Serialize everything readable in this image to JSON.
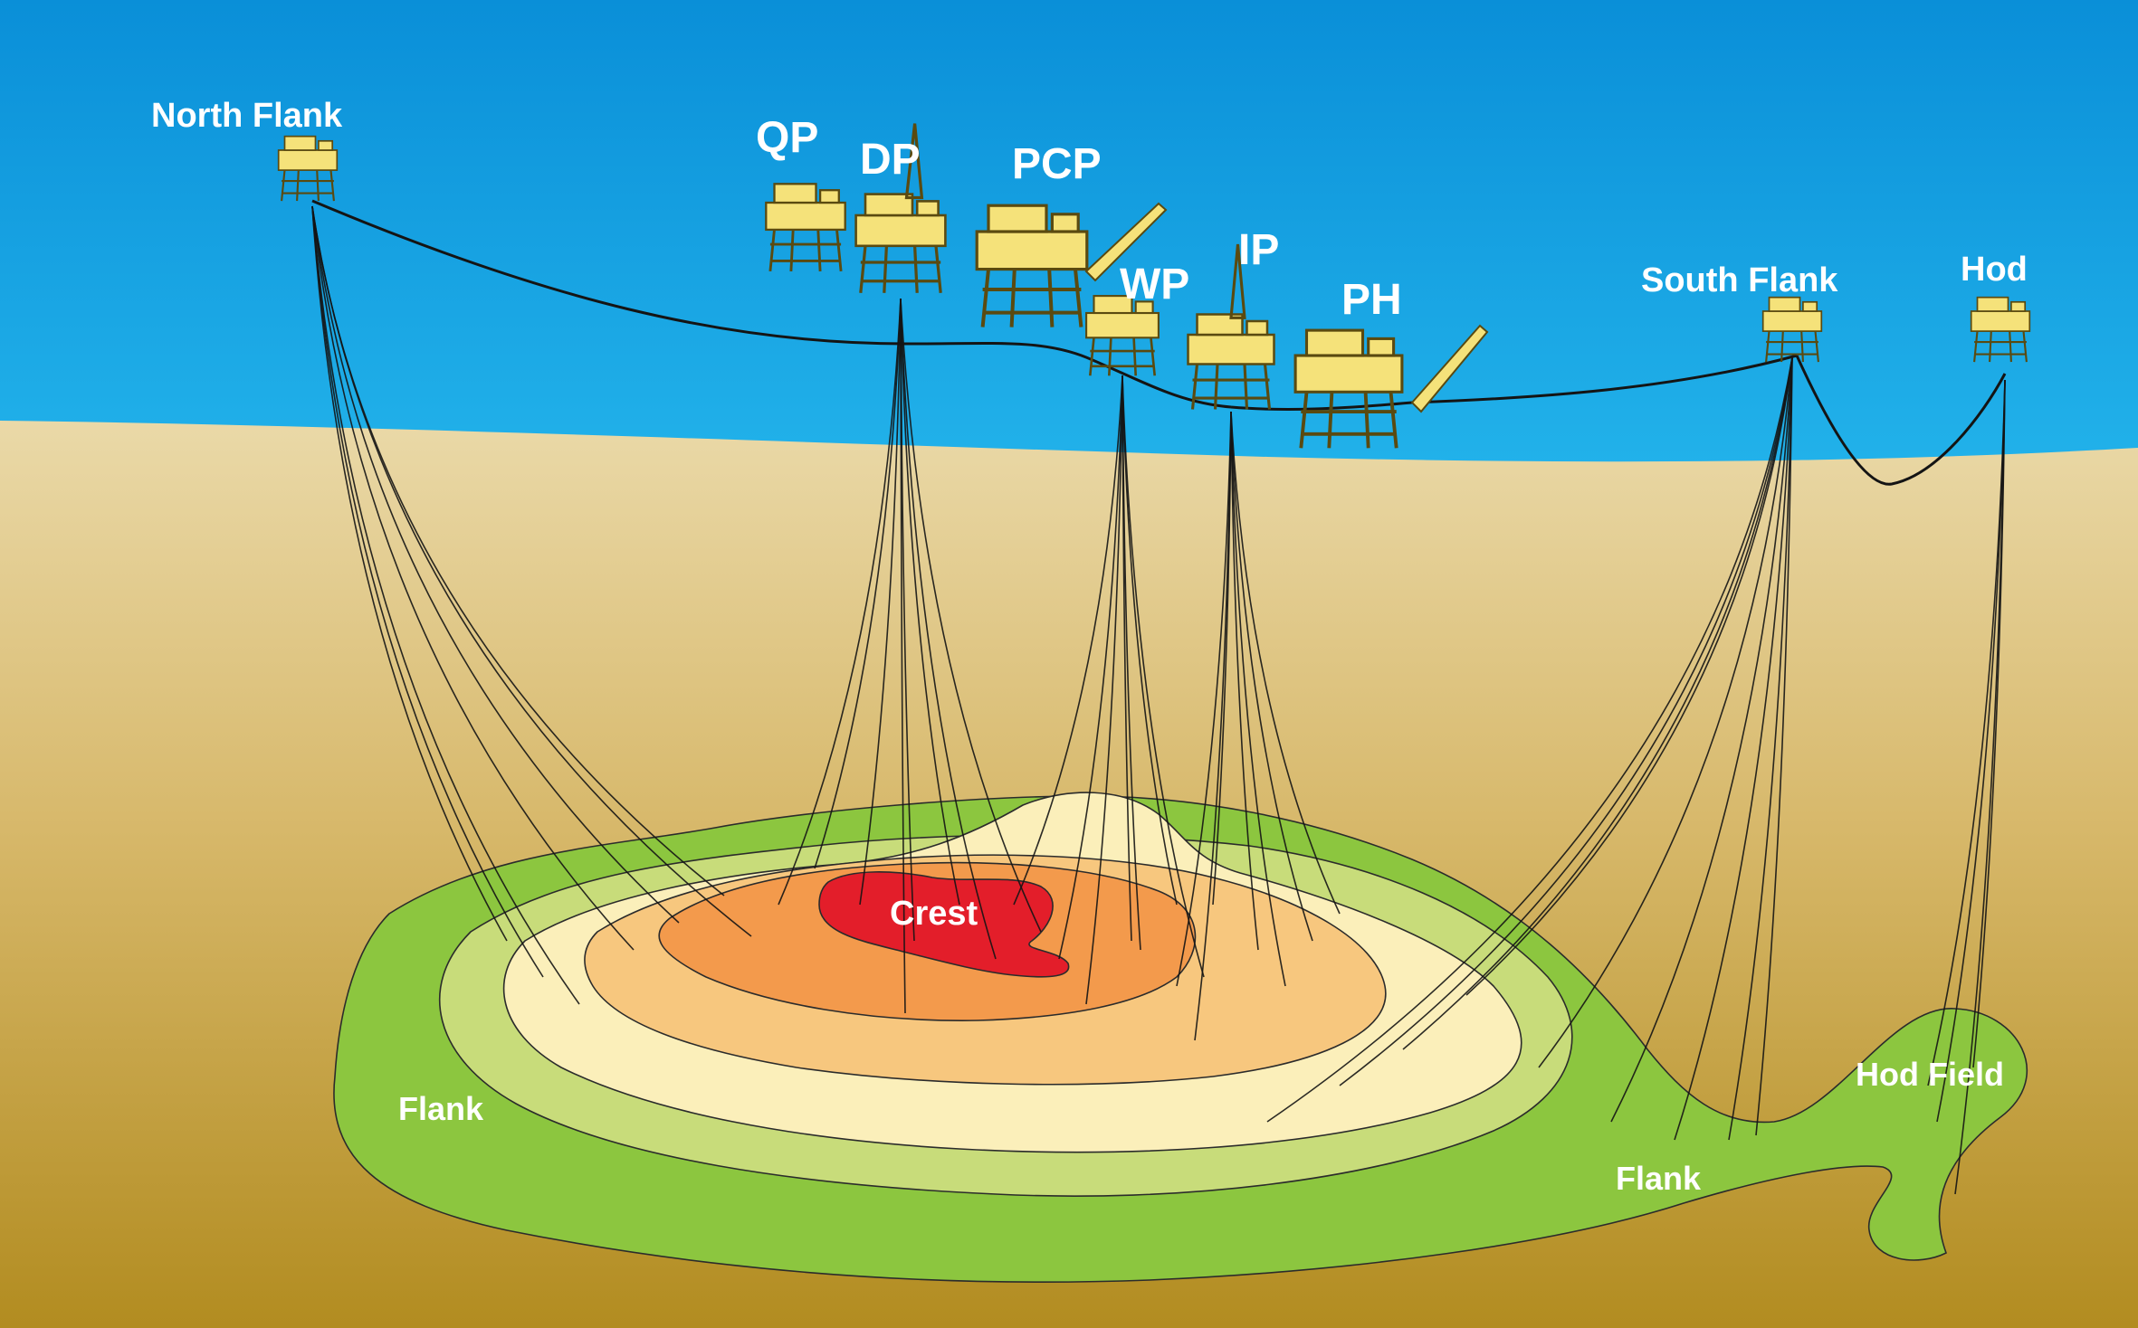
{
  "platforms": {
    "north_flank": "North Flank",
    "qp": "QP",
    "dp": "DP",
    "pcp": "PCP",
    "wp": "WP",
    "ip": "IP",
    "ph": "PH",
    "south_flank": "South Flank",
    "hod": "Hod"
  },
  "reservoir": {
    "crest": "Crest",
    "flank_west": "Flank",
    "flank_east": "Flank",
    "hod_field": "Hod Field"
  },
  "colors": {
    "sea_top": "#0a8fd8",
    "sea_bottom": "#22b2ea",
    "seabed_top": "#ead9a8",
    "seabed_bottom": "#b28c20",
    "flank_green": "#8cc63f",
    "contour_light_green": "#c8dc7a",
    "contour_pale": "#fbefba",
    "contour_light_orange": "#f7c77e",
    "contour_orange": "#f39a4c",
    "crest_red": "#e31e2a",
    "platform_yellow": "#f5e27a"
  }
}
